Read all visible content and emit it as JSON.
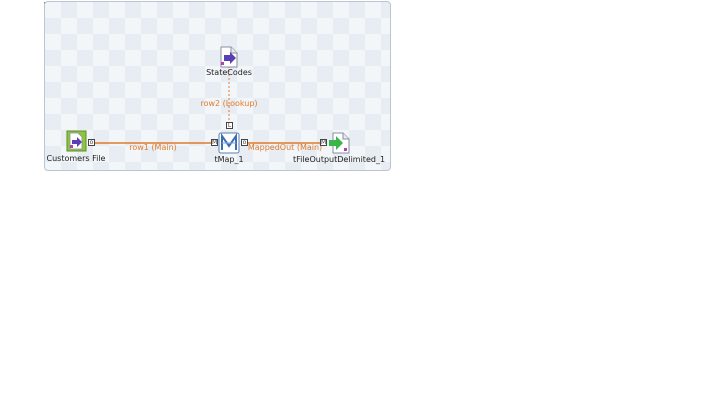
{
  "components": {
    "customers": {
      "label": "Customers File",
      "icon": "file-input-icon"
    },
    "states": {
      "label": "StateCodes",
      "icon": "file-input-icon"
    },
    "tmap": {
      "label": "tMap_1",
      "icon": "tmap-icon"
    },
    "output": {
      "label": "tFileOutputDelimited_1",
      "icon": "file-output-icon"
    }
  },
  "links": {
    "row1": "row1 (Main)",
    "row2": "row2 (Lookup)",
    "mapped": "MappedOut (Main)"
  },
  "colors": {
    "link": "#e07a2a",
    "lookup_link": "#e07a2a",
    "canvas_border": "#b9c6d3"
  }
}
